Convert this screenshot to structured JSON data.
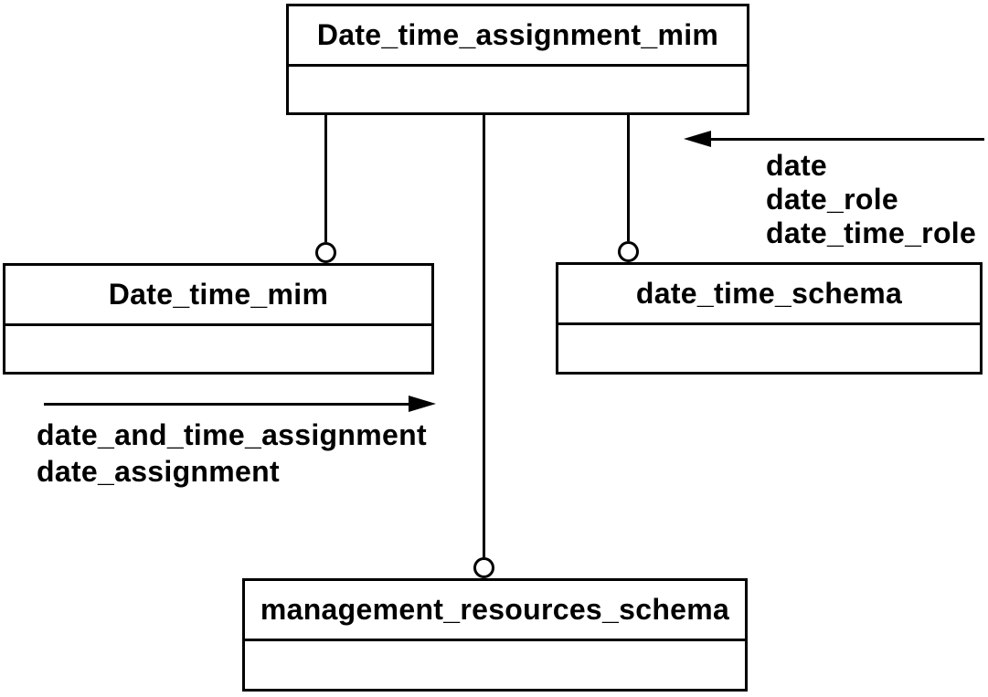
{
  "diagram": {
    "kind": "interschema-reference-diagram",
    "colors": {
      "background": "#ffffff",
      "line": "#000000",
      "text": "#000000"
    },
    "boxes": [
      {
        "title": "Date_time_assignment_mim"
      },
      {
        "title": "Date_time_mim"
      },
      {
        "title": "date_time_schema"
      },
      {
        "title": "management_resources_schema"
      }
    ],
    "connections": [
      {
        "from": "Date_time_assignment_mim",
        "to": "Date_time_mim",
        "terminator": "open-circle"
      },
      {
        "from": "Date_time_assignment_mim",
        "to": "date_time_schema",
        "terminator": "open-circle"
      },
      {
        "from": "Date_time_assignment_mim",
        "to": "management_resources_schema",
        "terminator": "open-circle"
      }
    ],
    "references": [
      {
        "direction": "left",
        "labels": [
          "date",
          "date_role",
          "date_time_role"
        ]
      },
      {
        "direction": "right",
        "labels": [
          "date_and_time_assignment",
          "date_assignment"
        ]
      }
    ]
  }
}
